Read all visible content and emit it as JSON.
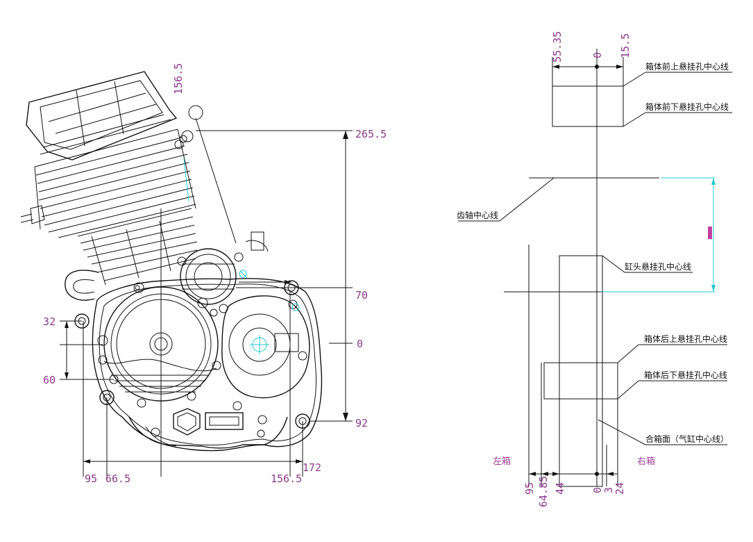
{
  "left_view": {
    "dims": {
      "d156_5_top": "156.5",
      "d265_5": "265.5",
      "d70": "70",
      "d0": "0",
      "d92": "92",
      "d32": "32",
      "d60": "60",
      "d95": "95",
      "d66_5": "66.5",
      "d156_5_bottom": "156.5",
      "d172": "172"
    }
  },
  "right_view": {
    "top_dims": {
      "d55_35": "55.35",
      "d0": "0",
      "d15_5": "15.5"
    },
    "bottom_dims": {
      "d95": "95",
      "d64_85": "64.85",
      "d44": "44",
      "d0": "0",
      "d3": "3",
      "d24": "24"
    },
    "labels": {
      "front_upper": "箱体前上悬挂孔中心线",
      "front_lower": "箱体前下悬挂孔中心线",
      "gear_shaft": "齿轴中心线",
      "head_hang": "缸头悬挂孔中心线",
      "rear_upper": "箱体后上悬挂孔中心线",
      "rear_lower": "箱体后下悬挂孔中心线",
      "parting": "合箱面（气缸中心线）"
    },
    "side_left": "左箱",
    "side_right": "右箱"
  },
  "colors": {
    "line": "#111111",
    "dimension_text": "#8a3a8a",
    "cyan": "#22c8d0",
    "magenta": "#c040a0"
  }
}
